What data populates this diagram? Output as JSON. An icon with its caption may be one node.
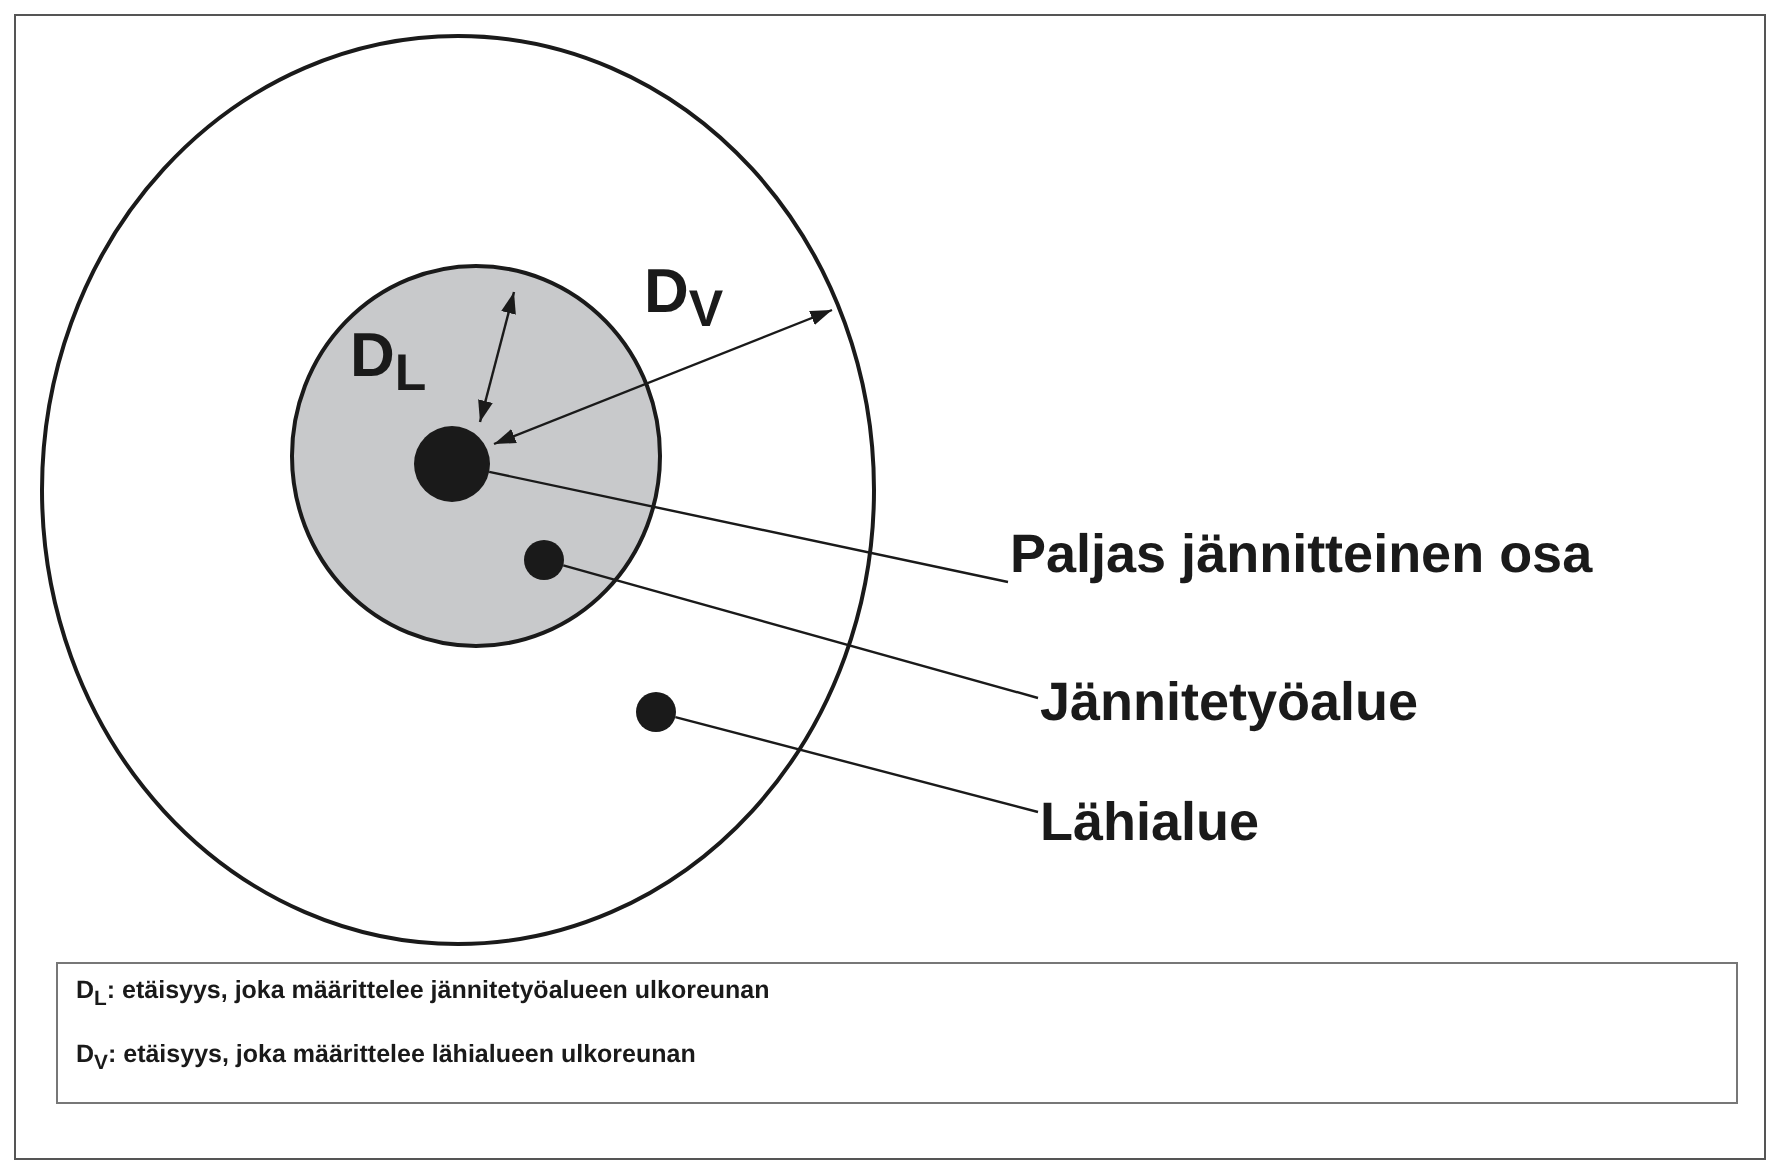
{
  "diagram": {
    "nodes": [
      {
        "text": [
          "Paljas jännitteinen osa"
        ]
      },
      {
        "text": [],
        "shape": "circle"
      },
      {
        "text": [
          "Jännitetyöalue"
        ]
      },
      {
        "text": [],
        "shape": "circle"
      },
      {
        "text": [
          "Lähialue"
        ]
      },
      {
        "text": [],
        "shape": "circle"
      }
    ],
    "edges": [
      {
        "from": 0,
        "to": 1,
        "arrow": "none"
      },
      {
        "from": 2,
        "to": 3,
        "arrow": "none"
      },
      {
        "from": 4,
        "to": 5,
        "arrow": "none"
      }
    ],
    "labels": [
      "D$_{V}$",
      "D$_{L}$",
      "D$_{L}$: etäisyys, joka määrittelee jännitetyöalueen ulkoreunan",
      "D$_{V}$: etäisyys, joka määrittelee lähialueen ulkoreunan"
    ]
  }
}
